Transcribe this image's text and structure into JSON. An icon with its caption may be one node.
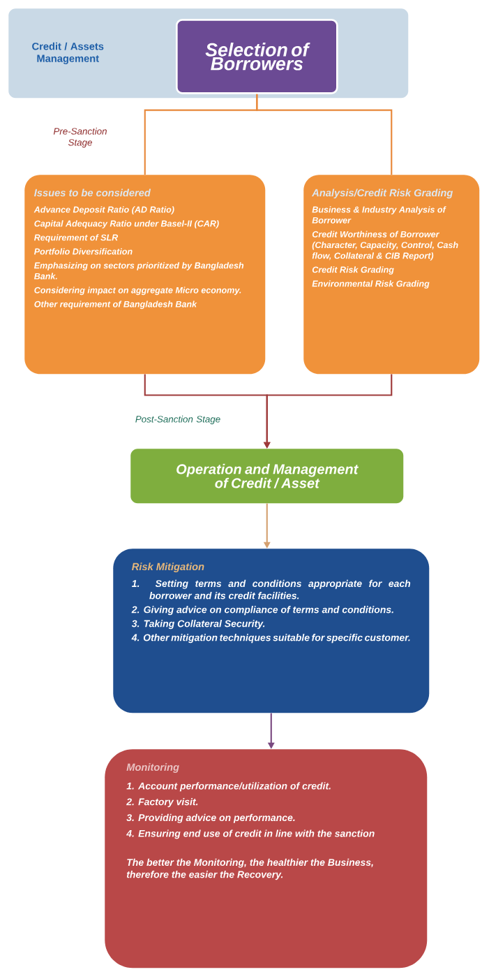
{
  "diagram": {
    "nodes": [
      {
        "text": [
          "Credit / Assets Management"
        ]
      },
      {
        "text": [
          "Selection of Borrowers"
        ],
        "in": 0
      },
      {
        "text": [
          "Issues to be considered",
          "Advance Deposit Ratio (AD Ratio)",
          "Capital Adequacy Ratio under Basel-II (CAR)",
          "Requirement of SLR",
          "Portfolio Diversification",
          "Emphasizing on sectors prioritized by Bangladesh Bank.",
          "Considering impact on aggregate Micro economy.",
          "Other requirement of Bangladesh Bank"
        ]
      },
      {
        "text": [
          "Analysis/Credit Risk Grading",
          "Business & Industry Analysis of Borrower",
          "Credit Worthiness of Borrower (Character, Capacity, Control, Cash flow, Collateral & CIB Report)",
          "Credit Risk Grading",
          "Environmental Risk Grading"
        ]
      },
      {
        "text": [
          "Operation and Management of Credit / Asset"
        ]
      },
      {
        "text": [
          "Risk Mitigation",
          "1. Setting terms and conditions appropriate for each borrower and its credit facilities.",
          "2. Giving advice on compliance of terms and conditions.",
          "3. Taking Collateral Security.",
          "4. Other mitigation techniques suitable for specific customer."
        ]
      },
      {
        "text": [
          "Monitoring",
          "1. Account performance/utilization of credit.",
          "2. Factory visit.",
          "3. Providing advice on performance.",
          "4. Ensuring end use of credit in line with the sanction",
          "The better the Monitoring, the healthier the Business, therefore the easier the Recovery."
        ]
      }
    ],
    "edges": [
      {
        "from": 1,
        "to": 2,
        "arrow": "none",
        "color": "#e8883a"
      },
      {
        "from": 1,
        "to": 3,
        "arrow": "none",
        "color": "#e8883a"
      },
      {
        "from": 2,
        "to": 4,
        "arrow": "to",
        "color": "#9e3a3a"
      },
      {
        "from": 3,
        "to": 4,
        "arrow": "to",
        "color": "#9e3a3a"
      },
      {
        "from": 4,
        "to": 5,
        "arrow": "to",
        "color": "#d4a070"
      },
      {
        "from": 5,
        "to": 6,
        "arrow": "to",
        "color": "#7a4a80"
      }
    ],
    "labels": [
      "Pre-Sanction Stage",
      "Post-Sanction Stage"
    ]
  }
}
